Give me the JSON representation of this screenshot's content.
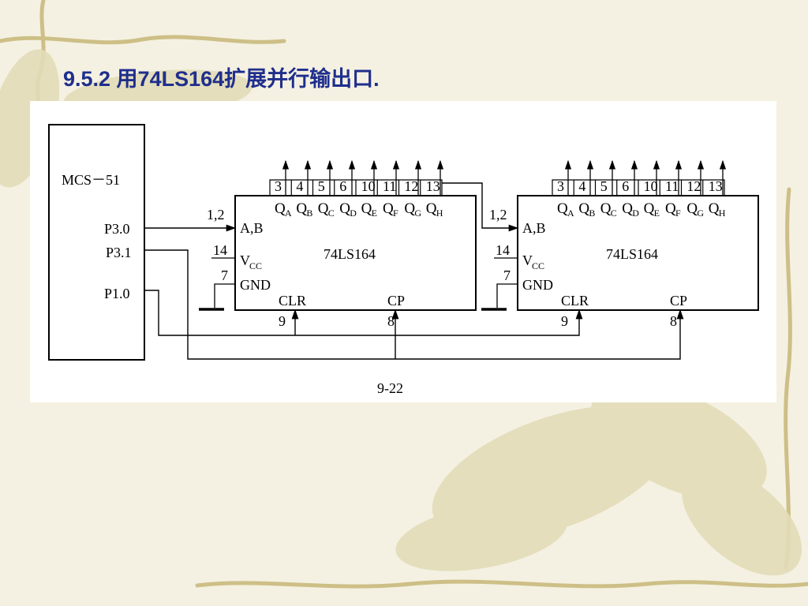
{
  "slide": {
    "title": "9.5.2  用74LS164扩展并行输出口."
  },
  "diagram": {
    "mcu": {
      "name": "MCS－51",
      "pins": [
        "P3.0",
        "P3.1",
        "P1.0"
      ]
    },
    "chip": {
      "name": "74LS164",
      "input_pins": "1,2",
      "input_label": "A,B",
      "vcc_pin": "14",
      "vcc_label": "V",
      "vcc_sub": "CC",
      "gnd_pin": "7",
      "gnd_label": "GND",
      "clr_label": "CLR",
      "clr_pin": "9",
      "cp_label": "CP",
      "cp_pin": "8",
      "output_pins": [
        "3",
        "4",
        "5",
        "6",
        "10",
        "11",
        "12",
        "13"
      ],
      "outputs": [
        "A",
        "B",
        "C",
        "D",
        "E",
        "F",
        "G",
        "H"
      ],
      "output_letter": "Q"
    },
    "caption": "9-22"
  }
}
